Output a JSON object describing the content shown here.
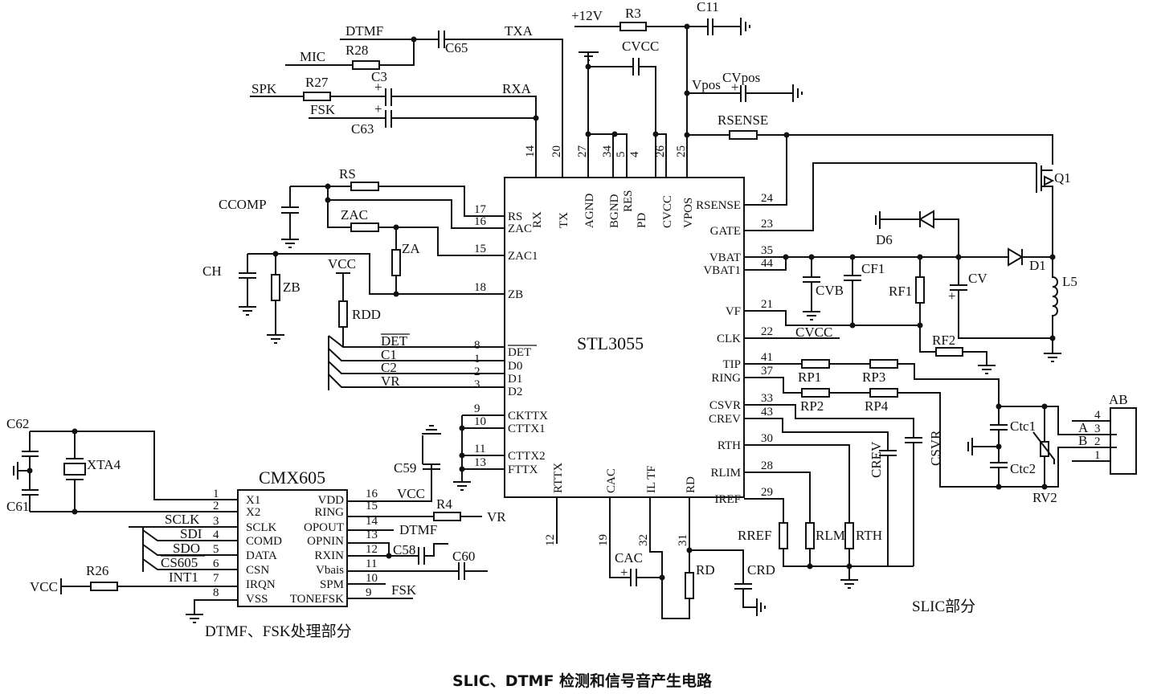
{
  "caption": "SLIC、DTMF 检测和信号音产生电路",
  "sections": {
    "slic": "SLIC部分",
    "dtmf_fsk": "DTMF、FSK处理部分"
  },
  "chips": {
    "stl3055": {
      "name": "STL3055",
      "top_pins": [
        {
          "num": "14",
          "name": "RX"
        },
        {
          "num": "20",
          "name": "TX"
        },
        {
          "num": "27",
          "name": "AGND"
        },
        {
          "num": "34",
          "name": "BGND"
        },
        {
          "num": "5",
          "name": "RES"
        },
        {
          "num": "4",
          "name": "PD"
        },
        {
          "num": "26",
          "name": "CVCC"
        },
        {
          "num": "25",
          "name": "VPOS"
        }
      ],
      "left_pins": [
        {
          "num": "17",
          "name": "RS"
        },
        {
          "num": "16",
          "name": "ZAC"
        },
        {
          "num": "15",
          "name": "ZAC1"
        },
        {
          "num": "18",
          "name": "ZB"
        },
        {
          "num": "8",
          "name": "DET"
        },
        {
          "num": "1",
          "name": "D0"
        },
        {
          "num": "2",
          "name": "D1"
        },
        {
          "num": "3",
          "name": "D2"
        },
        {
          "num": "9",
          "name": "CKTTX"
        },
        {
          "num": "10",
          "name": "CTTX1"
        },
        {
          "num": "11",
          "name": "CTTX2"
        },
        {
          "num": "13",
          "name": "FTTX"
        }
      ],
      "right_pins": [
        {
          "num": "24",
          "name": "RSENSE"
        },
        {
          "num": "23",
          "name": "GATE"
        },
        {
          "num": "35",
          "name": "VBAT"
        },
        {
          "num": "44",
          "name": "VBAT1"
        },
        {
          "num": "21",
          "name": "VF"
        },
        {
          "num": "22",
          "name": "CLK"
        },
        {
          "num": "41",
          "name": "TIP"
        },
        {
          "num": "37",
          "name": "RING"
        },
        {
          "num": "33",
          "name": "CSVR"
        },
        {
          "num": "43",
          "name": "CREV"
        },
        {
          "num": "30",
          "name": "RTH"
        },
        {
          "num": "28",
          "name": "RLIM"
        },
        {
          "num": "29",
          "name": "IREF"
        }
      ],
      "bottom_pins": [
        {
          "num": "12",
          "name": "RTTX"
        },
        {
          "num": "19",
          "name": "CAC"
        },
        {
          "num": "32",
          "name": "IL TF"
        },
        {
          "num": "31",
          "name": "RD"
        }
      ]
    },
    "cmx605": {
      "name": "CMX605",
      "left_pins": [
        {
          "num": "1",
          "name": "X1"
        },
        {
          "num": "2",
          "name": "X2"
        },
        {
          "num": "3",
          "name": "SCLK"
        },
        {
          "num": "4",
          "name": "COMD"
        },
        {
          "num": "5",
          "name": "DATA"
        },
        {
          "num": "6",
          "name": "CSN"
        },
        {
          "num": "7",
          "name": "IRQN"
        },
        {
          "num": "8",
          "name": "VSS"
        }
      ],
      "right_pins": [
        {
          "num": "16",
          "name": "VDD"
        },
        {
          "num": "15",
          "name": "RING"
        },
        {
          "num": "14",
          "name": "OPOUT"
        },
        {
          "num": "13",
          "name": "OPNIN"
        },
        {
          "num": "12",
          "name": "RXIN"
        },
        {
          "num": "11",
          "name": "Vbais"
        },
        {
          "num": "10",
          "name": "SPM"
        },
        {
          "num": "9",
          "name": "TONEFSK"
        }
      ]
    }
  },
  "nets": {
    "dtmf": "DTMF",
    "mic": "MIC",
    "spk": "SPK",
    "fsk": "FSK",
    "txa": "TXA",
    "rxa": "RXA",
    "p12v": "+12V",
    "vpos": "Vpos",
    "vcc": "VCC",
    "det_bar": "DET",
    "c1": "C1",
    "c2": "C2",
    "vr": "VR",
    "cvcc_net": "CVCC",
    "sclk": "SCLK",
    "sdi": "SDI",
    "sdo": "SDO",
    "cs605": "CS605",
    "int1": "INT1",
    "line_a": "A",
    "line_b": "B"
  },
  "components": {
    "r28": "R28",
    "r27": "R27",
    "c65": "C65",
    "c3": "C3",
    "c63": "C63",
    "r3": "R3",
    "c11": "C11",
    "cvcc": "CVCC",
    "cvpos": "CVpos",
    "rsense": "RSENSE",
    "rs": "RS",
    "ccomp": "CCOMP",
    "zac": "ZAC",
    "za": "ZA",
    "ch": "CH",
    "zb": "ZB",
    "rdd": "RDD",
    "q1": "Q1",
    "d6": "D6",
    "d1": "D1",
    "l5": "L5",
    "cvb": "CVB",
    "cf1": "CF1",
    "rf1": "RF1",
    "cv": "CV",
    "rf2": "RF2",
    "rp1": "RP1",
    "rp2": "RP2",
    "rp3": "RP3",
    "rp4": "RP4",
    "crev": "CREV",
    "csvr": "CSVR",
    "ctc1": "Ctc1",
    "ctc2": "Ctc2",
    "rv2": "RV2",
    "rref": "RREF",
    "rlm": "RLM",
    "rth": "RTH",
    "cac": "CAC",
    "rd": "RD",
    "crd": "CRD",
    "c62": "C62",
    "c61": "C61",
    "xta4": "XTA4",
    "c59": "C59",
    "r4": "R4",
    "c58": "C58",
    "c60": "C60",
    "r26": "R26"
  },
  "connector": {
    "name": "AB",
    "pins": [
      "4",
      "3",
      "2",
      "1"
    ]
  }
}
